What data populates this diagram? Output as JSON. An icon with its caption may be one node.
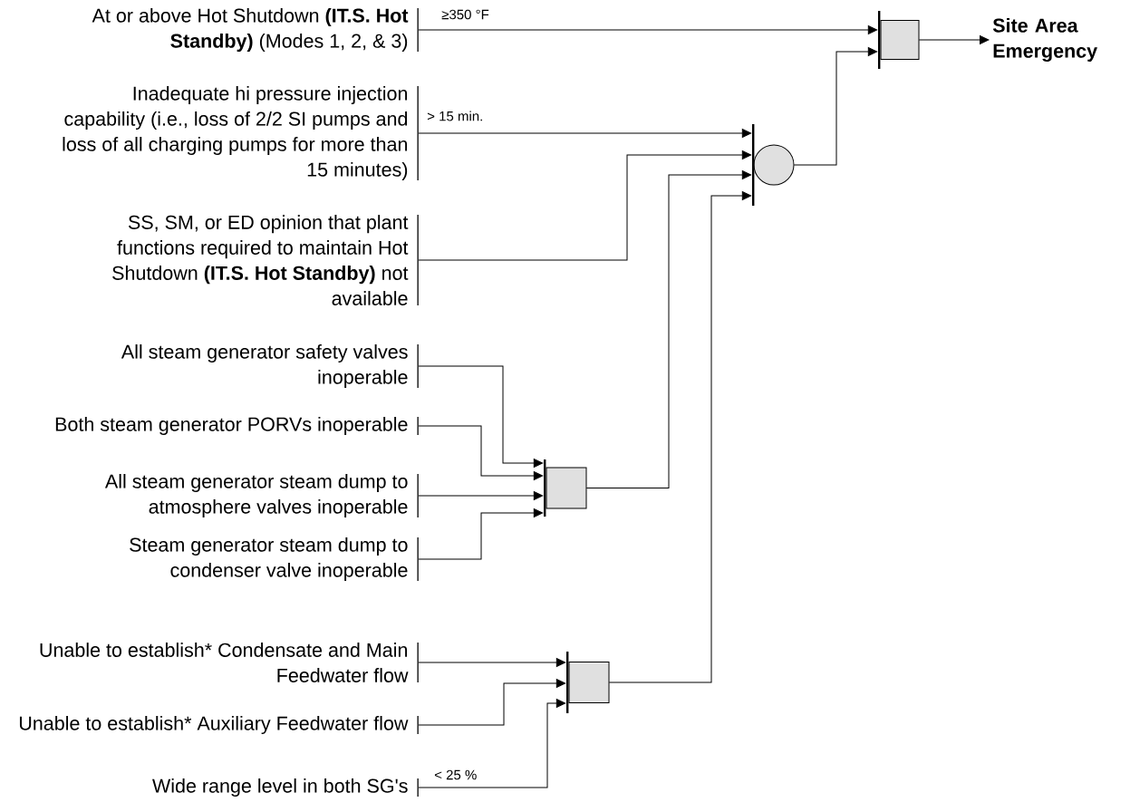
{
  "diagram": {
    "nodes": [
      {
        "text": [
          "At or above Hot Shutdown **(IT.S. Hot Standby)** (Modes 1, 2, & 3)"
        ]
      },
      {
        "text": [
          "Inadequate hi pressure injection capability (i.e., loss of 2/2 SI pumps and loss of all charging pumps for more than 15 minutes)"
        ]
      },
      {
        "text": [
          "SS, SM, or ED opinion that plant functions required to maintain Hot Shutdown **(IT.S. Hot Standby)** not available"
        ]
      },
      {
        "text": [
          "All steam generator safety valves inoperable"
        ]
      },
      {
        "text": [
          "Both steam generator PORVs inoperable"
        ]
      },
      {
        "text": [
          "All steam generator steam dump to atmosphere valves inoperable"
        ]
      },
      {
        "text": [
          "Steam generator steam dump to condenser valve inoperable"
        ]
      },
      {
        "text": [
          "Unable to establish* Condensate and Main Feedwater flow"
        ]
      },
      {
        "text": [
          "Unable to establish* Auxiliary Feedwater flow"
        ]
      },
      {
        "text": [
          "Wide range level in both SG's"
        ]
      },
      {
        "text": [],
        "shape": "box"
      },
      {
        "text": [],
        "shape": "circle"
      },
      {
        "text": [],
        "shape": "box"
      },
      {
        "text": [],
        "shape": "box"
      },
      {
        "text": [
          "Site Area Emergency"
        ]
      }
    ],
    "edges": [
      {
        "from": 0,
        "to": 10,
        "arrow": "to",
        "label": "≥350 °F"
      },
      {
        "from": 11,
        "to": 10,
        "arrow": "to"
      },
      {
        "from": 10,
        "to": 14,
        "arrow": "to"
      },
      {
        "from": 1,
        "to": 11,
        "arrow": "to",
        "label": "> 15 min."
      },
      {
        "from": 2,
        "to": 11,
        "arrow": "to"
      },
      {
        "from": 12,
        "to": 11,
        "arrow": "to"
      },
      {
        "from": 13,
        "to": 11,
        "arrow": "to"
      },
      {
        "from": 3,
        "to": 12,
        "arrow": "to"
      },
      {
        "from": 4,
        "to": 12,
        "arrow": "to"
      },
      {
        "from": 5,
        "to": 12,
        "arrow": "to"
      },
      {
        "from": 6,
        "to": 12,
        "arrow": "to"
      },
      {
        "from": 7,
        "to": 13,
        "arrow": "to"
      },
      {
        "from": 8,
        "to": 13,
        "arrow": "to"
      },
      {
        "from": 9,
        "to": 13,
        "arrow": "to",
        "label": "< 25 %"
      }
    ]
  }
}
